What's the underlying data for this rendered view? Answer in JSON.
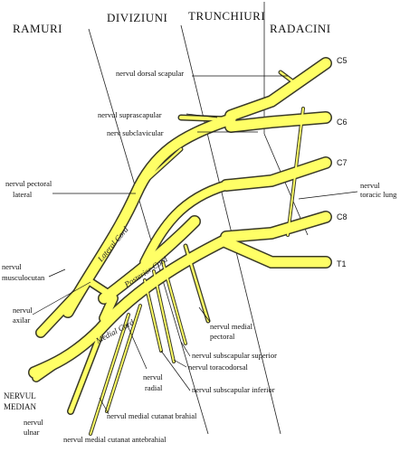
{
  "headers": {
    "ramuri": "RAMURI",
    "diviziuni": "DIVIZIUNI",
    "trunchiuri": "TRUNCHIURI",
    "radacini": "RADACINI"
  },
  "roots": [
    "C5",
    "C6",
    "C7",
    "C8",
    "T1"
  ],
  "cords": {
    "lateral": "Lateral Cord",
    "posterior": "Posterior Cord",
    "medial": "Medial Cord"
  },
  "labels": {
    "dorsal_scapular": "nervul dorsal scapular",
    "suprascapular": "nervul suprascapular",
    "subclavicular": "nerv subclavicular",
    "toracic_lung_1": "nervul",
    "toracic_lung_2": "toracic lung",
    "pectoral_lateral_1": "nervul pectoral",
    "pectoral_lateral_2": "lateral",
    "musculocutan_1": "nervul",
    "musculocutan_2": "musculocutan",
    "axilar_1": "nervul",
    "axilar_2": "axilar",
    "pectoral_medial_1": "nervul medial",
    "pectoral_medial_2": "pectoral",
    "subscapular_superior": "nervul subscapular superior",
    "toracodorsal": "nervul toracodorsal",
    "subscapular_inferior": "nervul subscapular inferior",
    "radial_1": "nervul",
    "radial_2": "radial",
    "median_1": "NERVUL",
    "median_2": "MEDIAN",
    "ulnar_1": "nervul",
    "ulnar_2": "ulnar",
    "cutanat_brahial": "nervul medial cutanat brahial",
    "cutanat_antebrahial": "nervul medial cutanat antebrahial"
  },
  "colors": {
    "nerve_fill": "#ffff66",
    "nerve_outline": "#3a3a28"
  }
}
